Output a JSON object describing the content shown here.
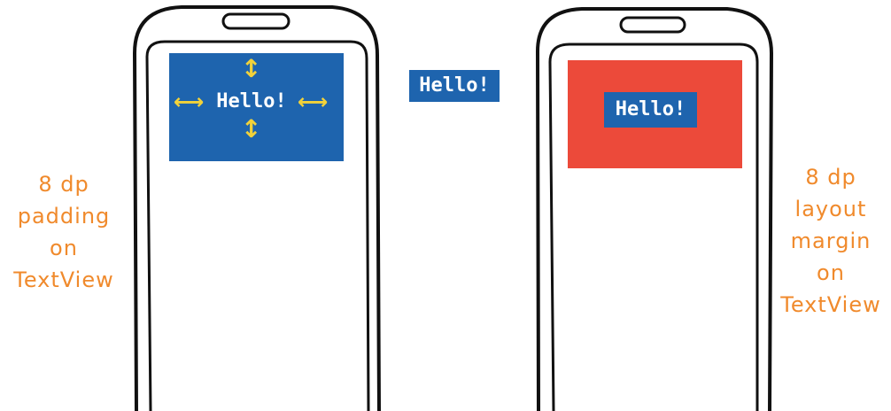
{
  "padding_view": {
    "text": "Hello!",
    "box_color": "#1e64ae",
    "arrow_color": "#f2d23a",
    "caption_lines": [
      "8 dp",
      "padding",
      "on",
      "TextView"
    ]
  },
  "standalone_view": {
    "text": "Hello!",
    "box_color": "#1e64ae"
  },
  "margin_view": {
    "text": "Hello!",
    "box_color": "#1e64ae",
    "margin_color": "#ec4a3a",
    "caption_lines": [
      "8 dp",
      "layout",
      "margin",
      "on",
      "TextView"
    ]
  },
  "icons": {
    "vertical_arrow": "up-down-arrow-icon",
    "horizontal_arrow": "left-right-arrow-icon"
  }
}
